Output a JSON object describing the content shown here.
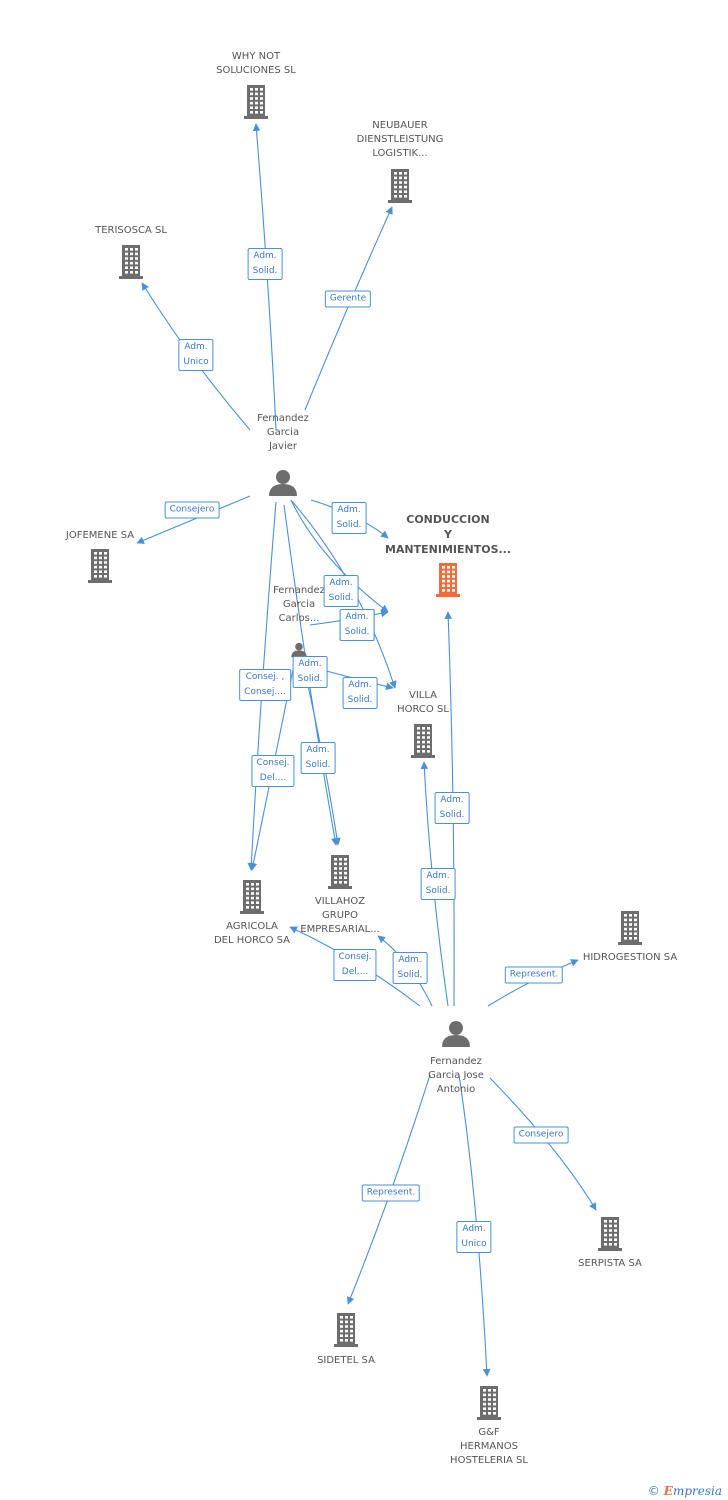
{
  "colors": {
    "edge": "#4a90d9",
    "building": "#6d6d6d",
    "focus": "#f26b3a",
    "person": "#6d6d6d"
  },
  "nodes": [
    {
      "id": "why_not",
      "label": "WHY NOT\nSOLUCIONES SL",
      "type": "company",
      "icon": "building-icon"
    },
    {
      "id": "neubauer",
      "label": "NEUBAUER\nDIENSTLEISTUNG\nLOGISTIK...",
      "type": "company",
      "icon": "building-icon"
    },
    {
      "id": "terisosca",
      "label": "TERISOSCA SL",
      "type": "company",
      "icon": "building-icon"
    },
    {
      "id": "fg_javier",
      "label": "Fernandez\nGarcia\nJavier",
      "type": "person",
      "icon": "person-icon"
    },
    {
      "id": "jofemene",
      "label": "JOFEMENE SA",
      "type": "company",
      "icon": "building-icon"
    },
    {
      "id": "conduccion",
      "label": "CONDUCCION\nY\nMANTENIMIENTOS...",
      "type": "focus",
      "icon": "building-icon"
    },
    {
      "id": "fg_carlos",
      "label": "Fernandez\nGarcia\nCarlos...",
      "type": "person",
      "icon": "person-icon"
    },
    {
      "id": "villa_horco",
      "label": "VILLA\nHORCO SL",
      "type": "company",
      "icon": "building-icon"
    },
    {
      "id": "agricola",
      "label": "AGRICOLA\nDEL HORCO SA",
      "type": "company",
      "icon": "building-icon"
    },
    {
      "id": "villahoz",
      "label": "VILLAHOZ\nGRUPO\nEMPRESARIAL...",
      "type": "company",
      "icon": "building-icon"
    },
    {
      "id": "hidrogestion",
      "label": "HIDROGESTION SA",
      "type": "company",
      "icon": "building-icon"
    },
    {
      "id": "fg_jose",
      "label": "Fernandez\nGarcia Jose\nAntonio",
      "type": "person",
      "icon": "person-icon"
    },
    {
      "id": "serpista",
      "label": "SERPISTA SA",
      "type": "company",
      "icon": "building-icon"
    },
    {
      "id": "sidetel",
      "label": "SIDETEL SA",
      "type": "company",
      "icon": "building-icon"
    },
    {
      "id": "gf",
      "label": "G&F\nHERMANOS\nHOSTELERIA SL",
      "type": "company",
      "icon": "building-icon"
    }
  ],
  "edges": [
    {
      "from": "fg_javier",
      "to": "why_not",
      "label": "Adm.\nSolid."
    },
    {
      "from": "fg_javier",
      "to": "neubauer",
      "label": "Gerente"
    },
    {
      "from": "fg_javier",
      "to": "terisosca",
      "label": "Adm.\nUnico"
    },
    {
      "from": "fg_javier",
      "to": "jofemene",
      "label": "Consejero"
    },
    {
      "from": "fg_javier",
      "to": "conduccion",
      "label": "Adm.\nSolid."
    },
    {
      "from": "fg_javier",
      "to": "conduccion",
      "label": "Adm.\nSolid."
    },
    {
      "from": "fg_javier",
      "to": "villa_horco",
      "label": "Adm.\nSolid."
    },
    {
      "from": "fg_javier",
      "to": "agricola",
      "label": "Consej. ,\nConsej...."
    },
    {
      "from": "fg_javier",
      "to": "villahoz",
      "label": "Adm.\nSolid."
    },
    {
      "from": "fg_carlos",
      "to": "conduccion",
      "label": "Adm.\nSolid."
    },
    {
      "from": "fg_carlos",
      "to": "villa_horco",
      "label": "Adm.\nSolid."
    },
    {
      "from": "fg_carlos",
      "to": "agricola",
      "label": "Consej.\nDel...."
    },
    {
      "from": "fg_carlos",
      "to": "villahoz",
      "label": "Adm.\nSolid."
    },
    {
      "from": "fg_jose",
      "to": "conduccion",
      "label": "Adm.\nSolid."
    },
    {
      "from": "fg_jose",
      "to": "villa_horco",
      "label": "Adm.\nSolid."
    },
    {
      "from": "fg_jose",
      "to": "agricola",
      "label": "Consej.\nDel...."
    },
    {
      "from": "fg_jose",
      "to": "villahoz",
      "label": "Adm.\nSolid."
    },
    {
      "from": "fg_jose",
      "to": "hidrogestion",
      "label": "Represent."
    },
    {
      "from": "fg_jose",
      "to": "serpista",
      "label": "Consejero"
    },
    {
      "from": "fg_jose",
      "to": "sidetel",
      "label": "Represent."
    },
    {
      "from": "fg_jose",
      "to": "gf",
      "label": "Adm.\nUnico"
    }
  ],
  "footer": {
    "copyright": "©",
    "brand_e": "E",
    "brand_rest": "mpresia"
  }
}
